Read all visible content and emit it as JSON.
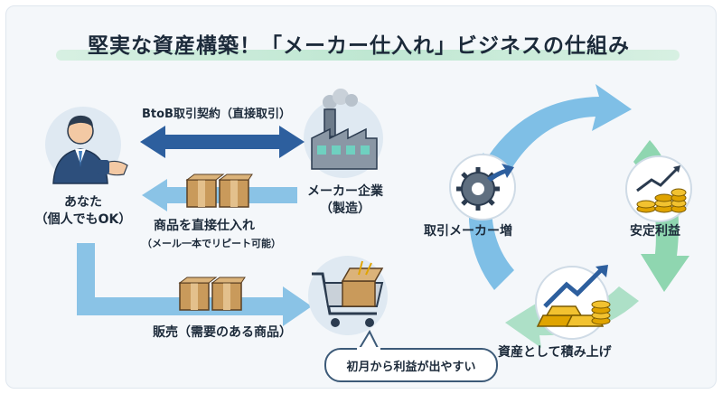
{
  "title": "堅実な資産構築！「メーカー仕入れ」ビジネスの仕組み",
  "left": {
    "you": {
      "line1": "あなた",
      "line2": "（個人でもOK）"
    },
    "maker": {
      "line1": "メーカー企業",
      "line2": "（製造）"
    },
    "contract_label": "BtoB取引契約（直接取引）",
    "purchase_label": "商品を直接仕入れ",
    "purchase_sub": "（メール一本でリピート可能）",
    "sales_label": "販売（需要のある商品）"
  },
  "cycle": {
    "steps": [
      "取引メーカー増",
      "安定利益",
      "資産として積み上げ"
    ],
    "callout": "初月から利益が出やすい"
  },
  "colors": {
    "dark_blue_arrow": "#2d5f9e",
    "light_blue_arrow": "#8ac3e6",
    "cycle_blue": "#7fbfe6",
    "cycle_green": "#8fd6b0",
    "title_highlight": "#bfe7d2"
  },
  "icons": [
    "businessman-handshake-icon",
    "factory-icon",
    "cardboard-box-icon",
    "shopping-cart-box-icon",
    "gear-arrow-icon",
    "coins-growth-icon",
    "gold-bars-growth-icon"
  ]
}
